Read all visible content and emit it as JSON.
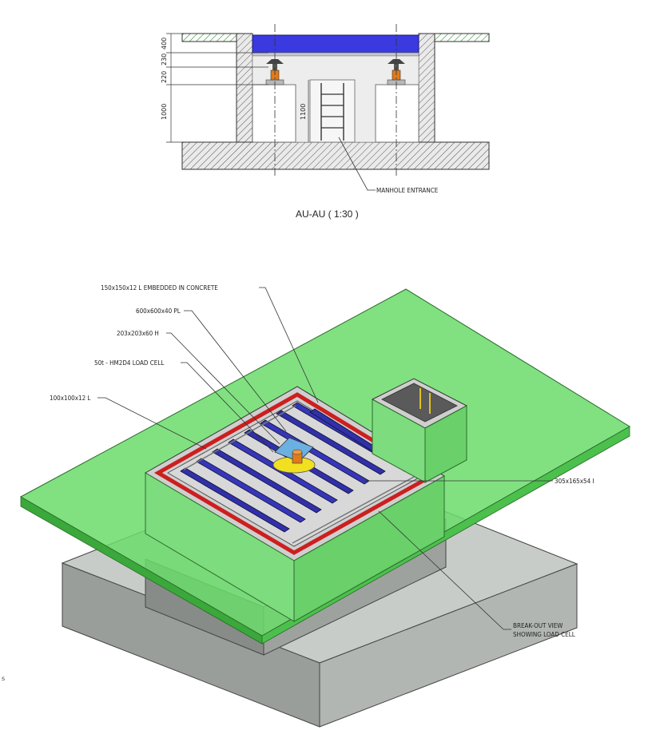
{
  "section": {
    "title": "AU-AU ( 1:30 )",
    "manhole_label": "MANHOLE ENTRANCE",
    "dimensions": [
      "400",
      "230",
      "220",
      "1000",
      "1100"
    ]
  },
  "iso": {
    "callouts": [
      "150x150x12 L EMBEDDED IN CONCRETE",
      "600x600x40 PL",
      "203x203x60 H",
      "50t - HM2D4 LOAD CELL",
      "100x100x12 L",
      "305x165x54 I"
    ],
    "breakout_line1": "BREAK-OUT VIEW",
    "breakout_line2": "SHOWING LOAD CELL"
  },
  "edge_mark": "s",
  "colors": {
    "concrete_fill": "#e8e8e8",
    "deck": "#3a3ae0",
    "slab_green": "#6bdc6b",
    "pit_green": "#7ddc7d",
    "base_grey": "#c4c8c4",
    "frame_red": "#cc1f1f",
    "beam_blue": "#3030a8",
    "load_cell_yellow": "#f0e020",
    "load_cell_orange": "#e07a1a"
  }
}
